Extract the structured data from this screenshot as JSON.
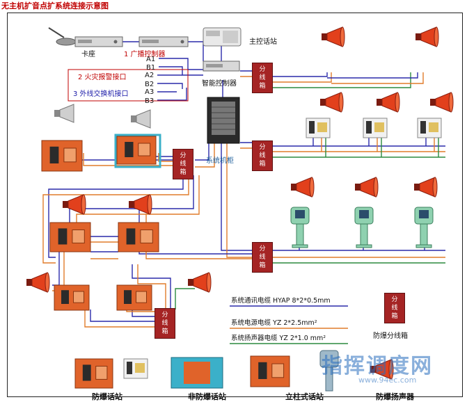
{
  "title": "无主机扩音点扩系统连接示意图",
  "labels": {
    "card_seat": "卡座",
    "broadcast_controller": "1 广播控制器",
    "master_station": "主控话站",
    "smart_controller": "智能控制器",
    "fire_alarm": "2 火灾报警接口",
    "ext_exchange": "3 外线交换机接口",
    "system_cabinet": "系统机柜",
    "a1": "A1",
    "b1": "B1",
    "a2": "A2",
    "b2": "B2",
    "a3": "A3",
    "b3": "B3"
  },
  "junction_box": [
    "分",
    "线",
    "箱"
  ],
  "legend": {
    "comm": "系统通讯电缆 HYAP 8*2*0.5mm",
    "power": "系统电源电缆 YZ 2*2.5mm²",
    "speaker": "系统扬声器电缆 YZ 2*1.0 mm²",
    "jbox": "防爆分线箱"
  },
  "captions": {
    "ex_station": "防爆话站",
    "non_ex_station": "非防爆话站",
    "column_station": "立柱式话站",
    "ex_speaker": "防爆扬声器"
  },
  "watermark": {
    "text": "指挥调度网",
    "url": "www.94ec.com"
  },
  "colors": {
    "comm": "#2a2aaa",
    "power": "#e07c2a",
    "speaker": "#2b8a3e",
    "box": "#a52424"
  }
}
